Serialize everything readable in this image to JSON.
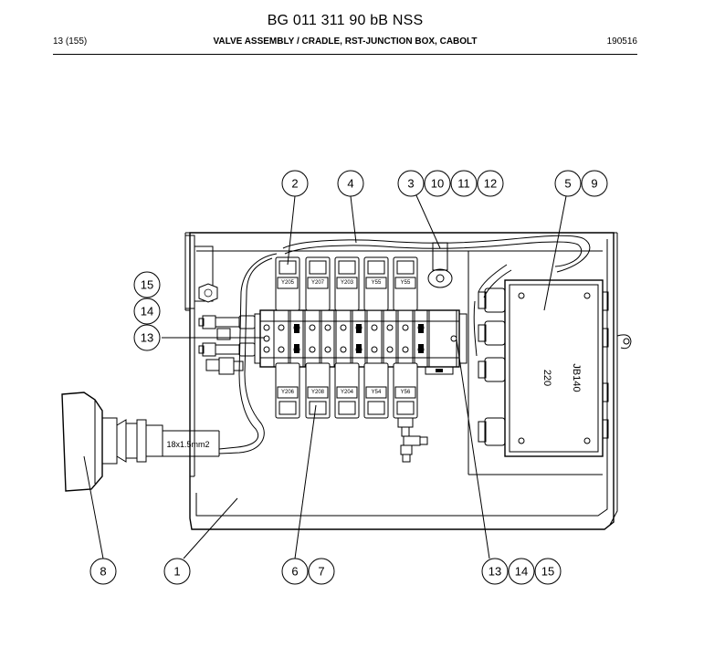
{
  "header": {
    "title": "BG 011 311 90 bB NSS",
    "page": "13 (155)",
    "section": "VALVE ASSEMBLY / CRADLE, RST-JUNCTION BOX, CABOLT",
    "code": "190516"
  },
  "drawing": {
    "cable_label": "18x1.5mm2",
    "jb_label": "JB140",
    "jb_sub": "220",
    "valves_top": [
      "Y205",
      "Y207",
      "Y203",
      "Y55",
      "Y55"
    ],
    "valves_bottom": [
      "Y206",
      "Y208",
      "Y204",
      "Y54",
      "Y56"
    ]
  },
  "callouts": {
    "c2": "2",
    "c4": "4",
    "c3": "3",
    "c10": "10",
    "c11": "11",
    "c12": "12",
    "c5": "5",
    "c9": "9",
    "c15a": "15",
    "c14a": "14",
    "c13a": "13",
    "c8": "8",
    "c1": "1",
    "c6": "6",
    "c7": "7",
    "c13b": "13",
    "c14b": "14",
    "c15b": "15"
  }
}
